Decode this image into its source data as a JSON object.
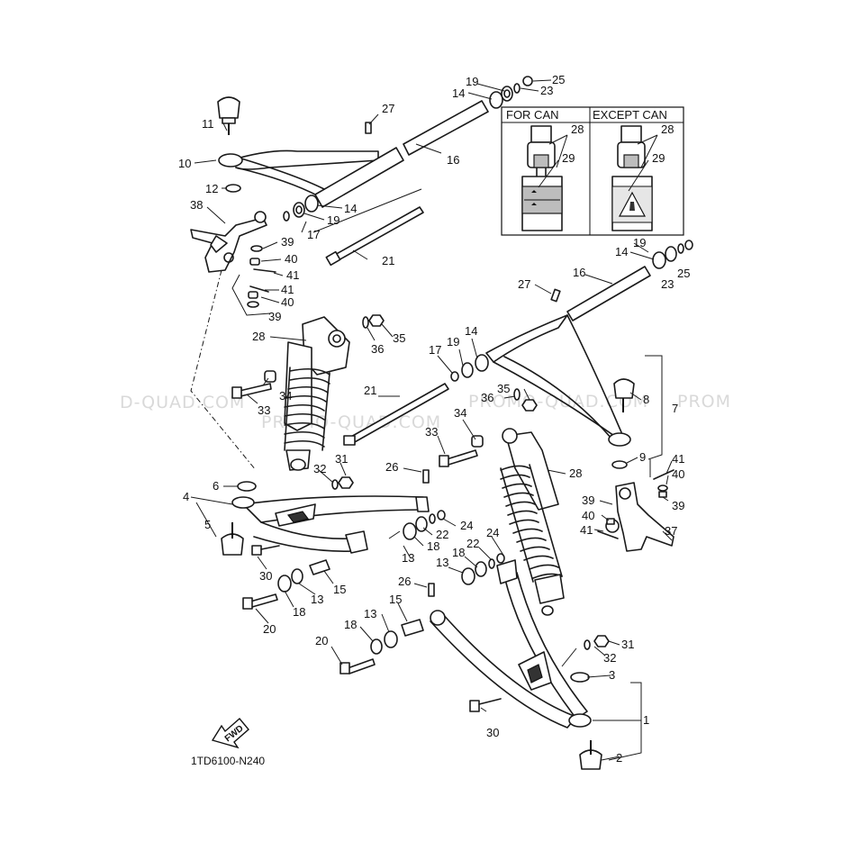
{
  "diagram": {
    "inset": {
      "left_title": "FOR CAN",
      "right_title": "EXCEPT CAN",
      "left_callouts": [
        "28",
        "29"
      ],
      "right_callouts": [
        "28",
        "29"
      ]
    },
    "watermark": [
      "D-QUAD.COM",
      "PROMO-QUAD.COM",
      "PROMO-QUAD.COM",
      "PROM"
    ],
    "callouts": [
      "25",
      "19",
      "23",
      "14",
      "27",
      "11",
      "16",
      "10",
      "12",
      "14",
      "19",
      "38",
      "17",
      "39",
      "40",
      "41",
      "41",
      "21",
      "40",
      "39",
      "19",
      "14",
      "25",
      "16",
      "23",
      "27",
      "28",
      "36",
      "35",
      "19",
      "14",
      "17",
      "8",
      "7",
      "21",
      "36",
      "35",
      "34",
      "33",
      "34",
      "33",
      "6",
      "32",
      "31",
      "26",
      "28",
      "9",
      "41",
      "40",
      "39",
      "4",
      "5",
      "24",
      "22",
      "18",
      "13",
      "30",
      "15",
      "13",
      "18",
      "20",
      "40",
      "39",
      "41",
      "37",
      "24",
      "22",
      "18",
      "13",
      "26",
      "13",
      "15",
      "18",
      "20",
      "32",
      "31",
      "3",
      "30",
      "1",
      "2"
    ],
    "forward_label": "FWD",
    "drawing_code": "1TD6100-N240"
  }
}
